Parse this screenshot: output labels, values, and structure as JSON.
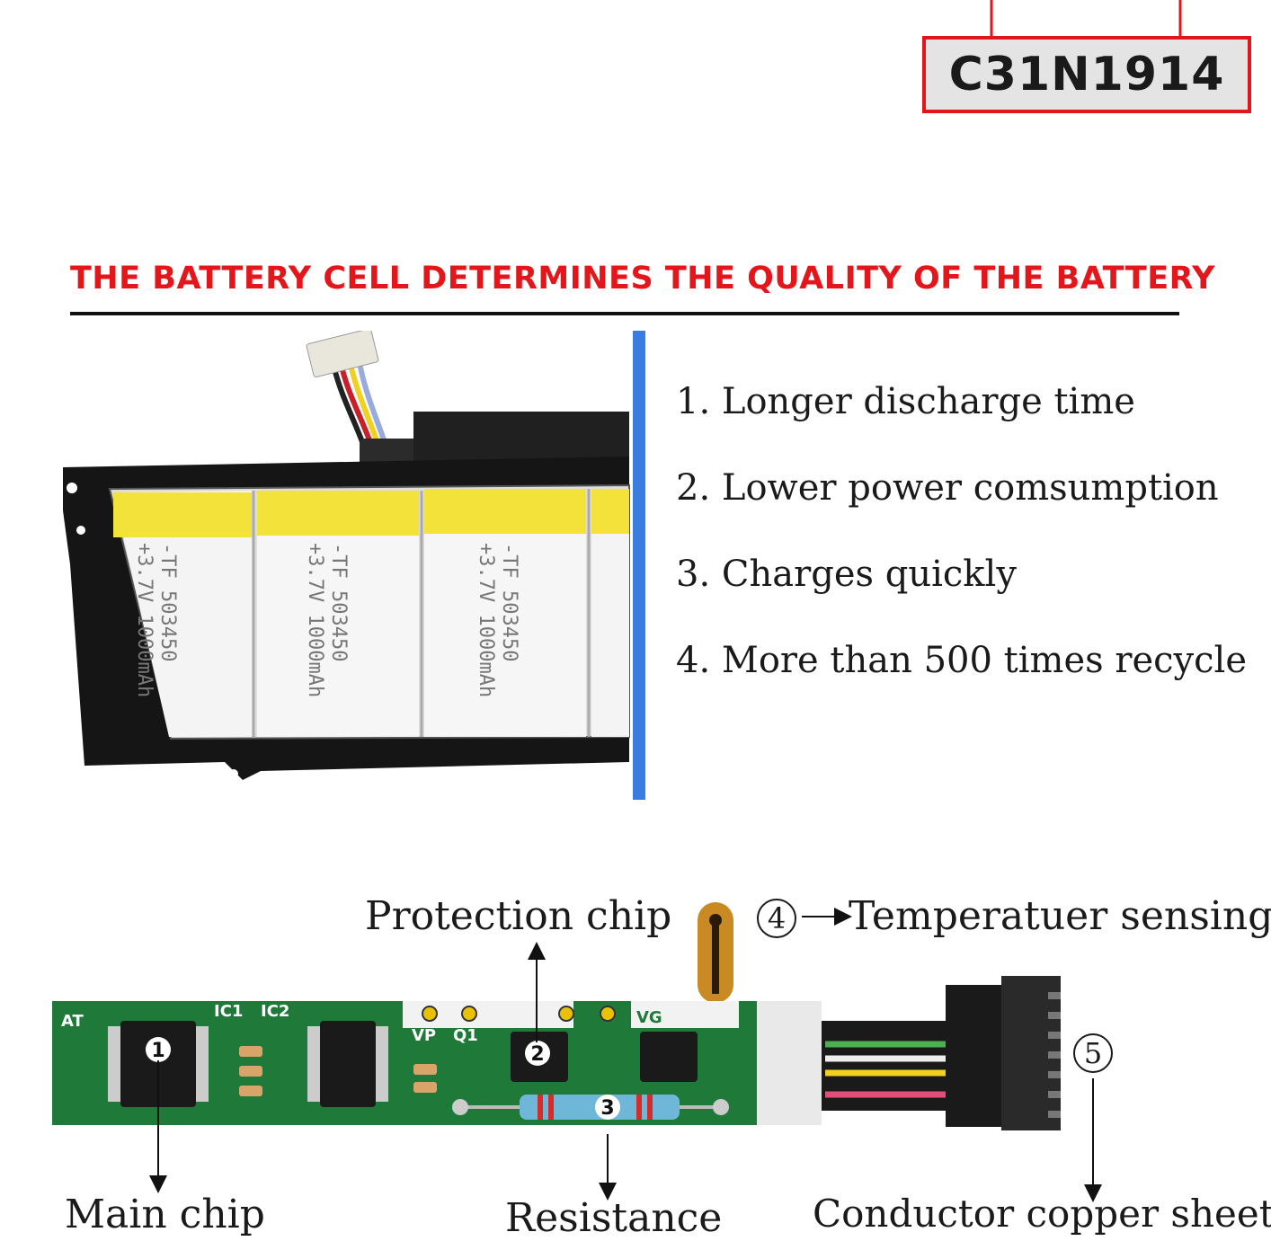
{
  "model": {
    "code": "C31N1914",
    "border_color": "#e0161c"
  },
  "headline": {
    "text": "THE BATTERY CELL DETERMINES THE QUALITY OF THE BATTERY",
    "color": "#e3161c"
  },
  "features": [
    "1. Longer discharge time",
    "2. Lower power comsumption",
    "3. Charges quickly",
    "4. More than 500 times recycle"
  ],
  "battery_cells": [
    {
      "side_text": "-TF ",
      "spec_line_1": "503450",
      "spec_line_2": "+3.7V 1000mAh"
    },
    {
      "side_text": "-TF ",
      "spec_line_1": "503450",
      "spec_line_2": "+3.7V 1000mAh"
    },
    {
      "side_text": "-TF ",
      "spec_line_1": "503450",
      "spec_line_2": "+3.7V 1000mAh"
    }
  ],
  "board": {
    "silkscreen": [
      "AT",
      "IC1",
      "IC2",
      "VP",
      "Q1",
      "VG"
    ],
    "markers": [
      "1",
      "2",
      "3"
    ]
  },
  "callouts": {
    "protection_chip": "Protection chip",
    "temperature_num": "4",
    "temperature": "Temperatuer sensing",
    "connector_num": "5",
    "main_chip": "Main chip",
    "resistance": "Resistance",
    "conductor": "Conductor copper sheet"
  },
  "colors": {
    "pcb": "#1f7a3a",
    "cell_yellow": "#f3e23a",
    "accent_blue": "#3a7de0"
  }
}
